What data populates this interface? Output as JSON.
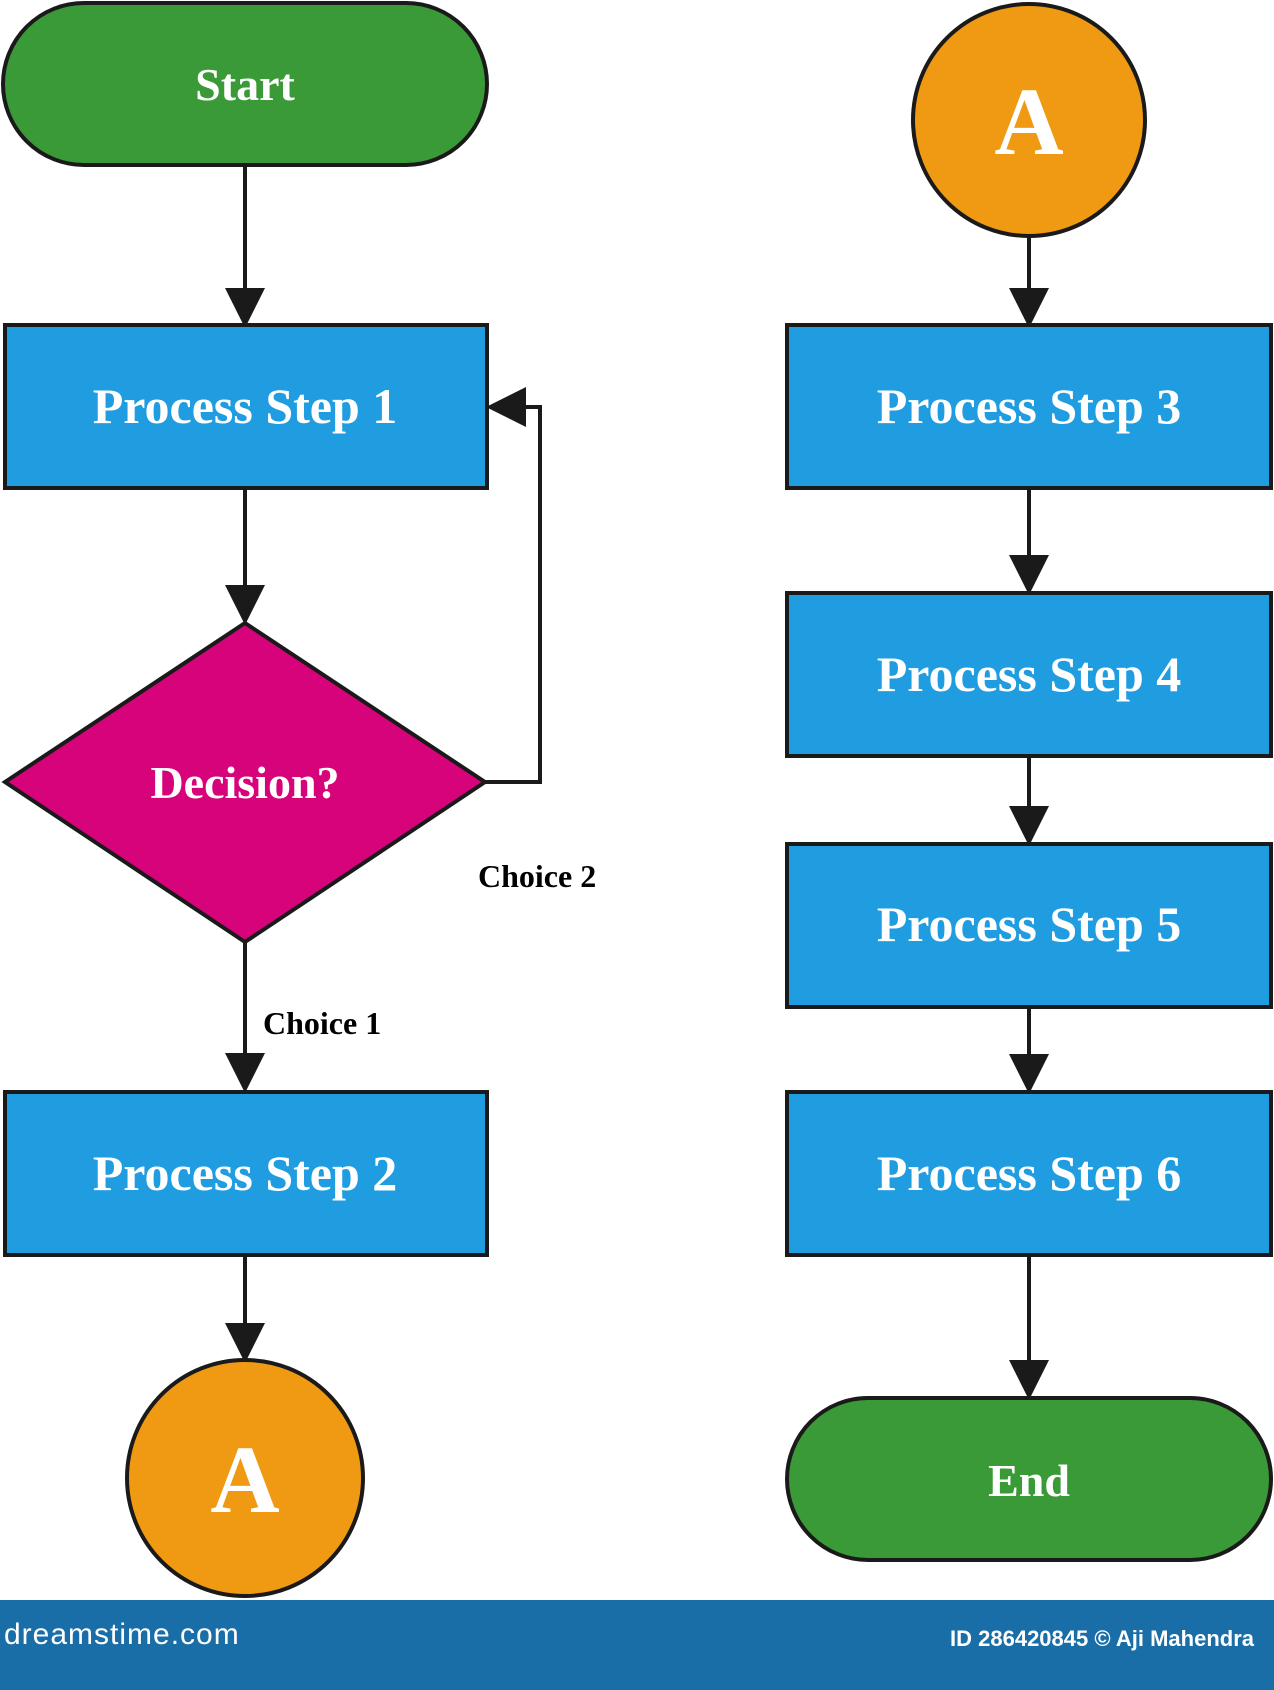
{
  "colors": {
    "terminator": "#3a9a37",
    "process": "#1f9de0",
    "decision": "#d6037a",
    "connector": "#f09a14",
    "stroke": "#1a1a1a",
    "text_on_shape": "#ffffff",
    "footer_bg": "#1a6ea8"
  },
  "diagram": {
    "start": "Start",
    "process_1": "Process Step 1",
    "decision": "Decision?",
    "choice_1": "Choice 1",
    "choice_2": "Choice 2",
    "process_2": "Process Step 2",
    "connector_out": "A",
    "connector_in": "A",
    "process_3": "Process Step 3",
    "process_4": "Process Step 4",
    "process_5": "Process Step 5",
    "process_6": "Process Step 6",
    "end": "End"
  },
  "footer": {
    "brand": "dreamstime.com",
    "credit": "ID 286420845 © Aji Mahendra"
  }
}
